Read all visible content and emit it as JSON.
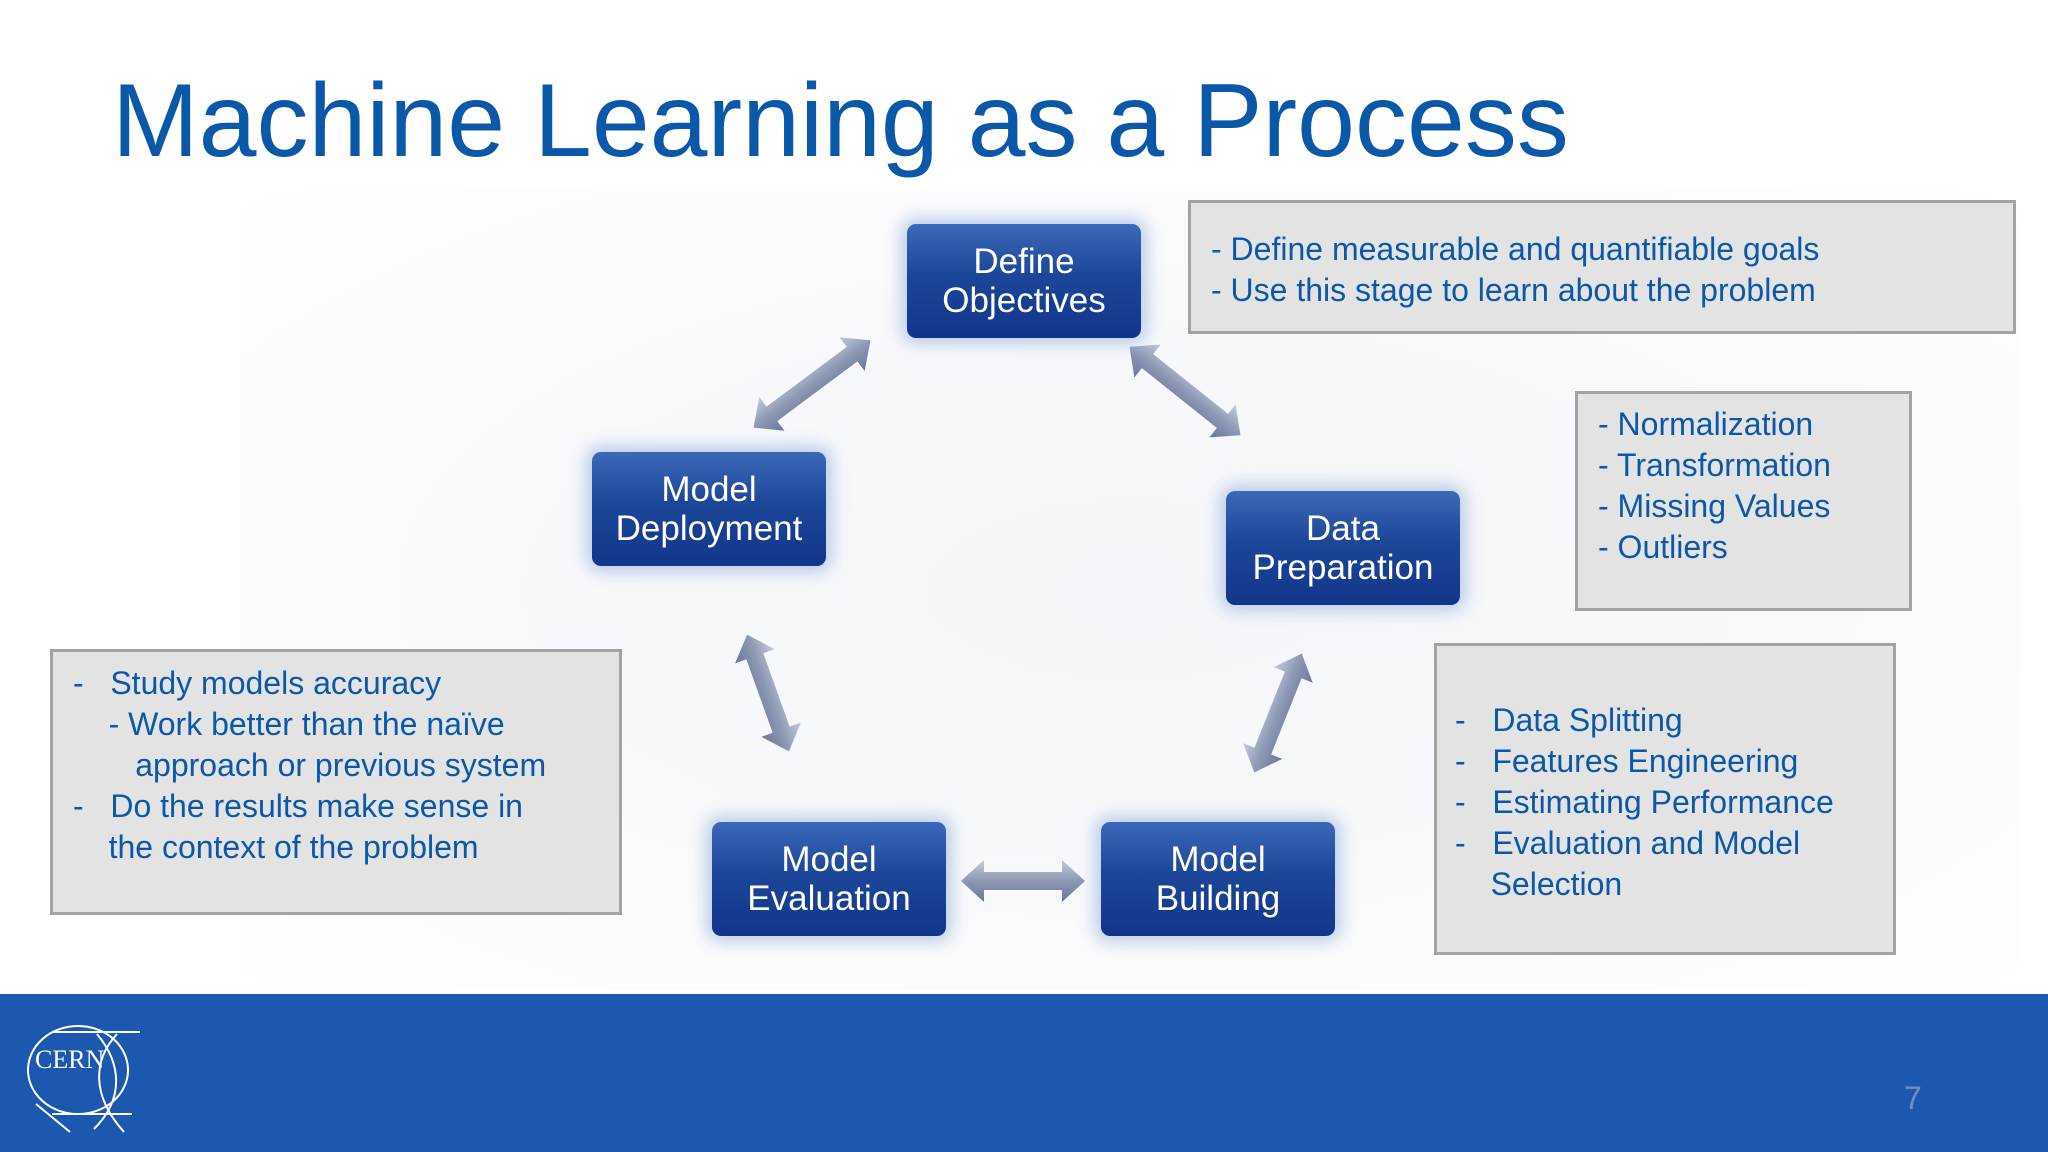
{
  "slide": {
    "title": "Machine Learning as a Process",
    "page_number": "7"
  },
  "stages": {
    "define_objectives": "Define\nObjectives",
    "data_preparation": "Data\nPreparation",
    "model_building": "Model\nBuilding",
    "model_evaluation": "Model\nEvaluation",
    "model_deployment": "Model\nDeployment"
  },
  "notes": {
    "define_objectives": [
      "- Define measurable and quantifiable goals",
      "- Use this stage to learn about the problem"
    ],
    "data_preparation": [
      "- Normalization",
      "- Transformation",
      "- Missing Values",
      "- Outliers"
    ],
    "model_building": [
      "-   Data Splitting",
      "-   Features Engineering",
      "-   Estimating Performance",
      "-   Evaluation and Model",
      "    Selection"
    ],
    "model_evaluation": [
      "-   Study models accuracy",
      "    - Work better than the naïve",
      "       approach or previous system",
      "-   Do the results make sense in",
      "    the context of the problem"
    ]
  },
  "logo": {
    "text": "CERN",
    "icon": "cern-logo-icon"
  },
  "colors": {
    "title": "#0b57a8",
    "stage_fill": "#1c4698",
    "note_fill": "#e3e3e3",
    "note_border": "#a3a3a3",
    "footer": "#1c58b0",
    "arrow": "#8e9ab5"
  }
}
